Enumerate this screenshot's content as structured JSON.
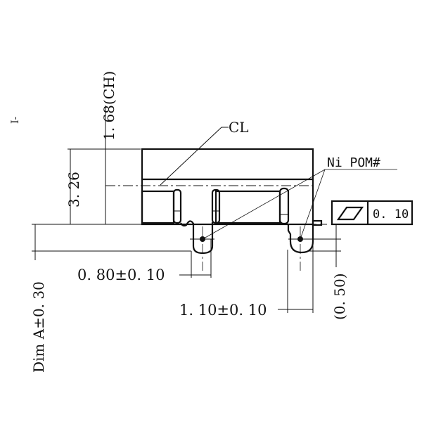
{
  "drawing": {
    "labels": {
      "centerline": "CL",
      "material_note": "Ni POM#",
      "corner_mark": "I-"
    },
    "dimensions": {
      "overall_height": "3. 26",
      "contact_height": "1. 68(CH)",
      "dim_a": "Dim A±0. 30",
      "pin_width_left": "0. 80±0. 10",
      "pin_width_right": "1. 10±0. 10",
      "reference_offset": "(0. 50)"
    },
    "tolerance_frame": {
      "symbol": "flatness-parallelogram",
      "value": "0. 10"
    },
    "colors": {
      "line": "#111111",
      "background": "#ffffff"
    }
  }
}
